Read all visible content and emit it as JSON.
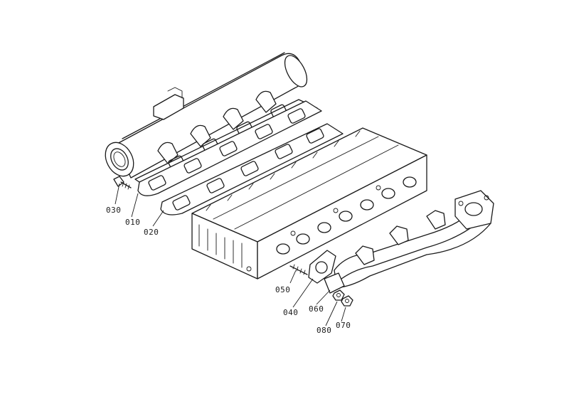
{
  "diagram": {
    "type": "exploded-parts-diagram",
    "colors": {
      "line": "#1a1a1a",
      "background": "#ffffff"
    },
    "callouts": [
      {
        "id": "010",
        "label": "010"
      },
      {
        "id": "020",
        "label": "020"
      },
      {
        "id": "030",
        "label": "030"
      },
      {
        "id": "040",
        "label": "040"
      },
      {
        "id": "050",
        "label": "050"
      },
      {
        "id": "060",
        "label": "060"
      },
      {
        "id": "070",
        "label": "070"
      },
      {
        "id": "080",
        "label": "080"
      }
    ]
  }
}
